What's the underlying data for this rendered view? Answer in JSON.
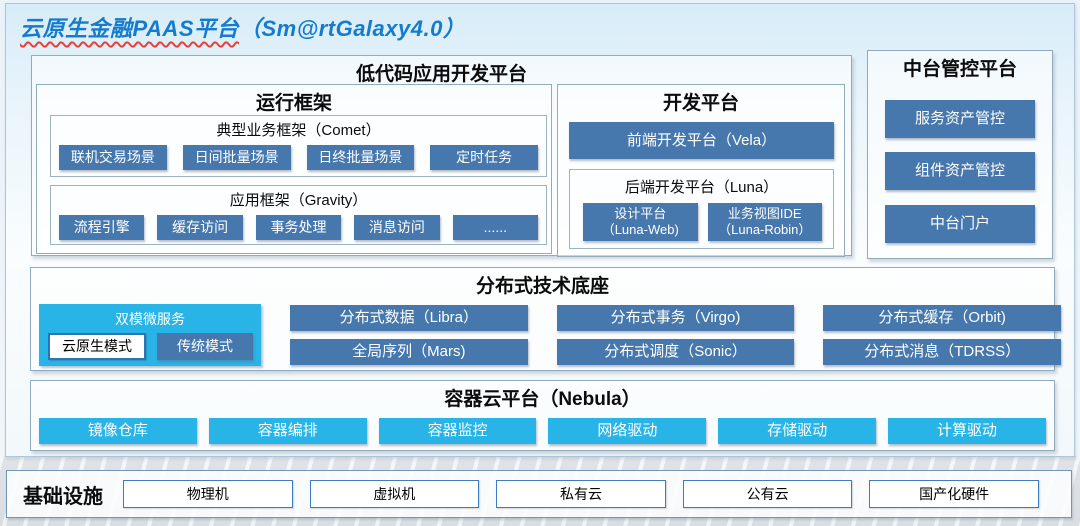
{
  "title": {
    "main": "云原生金融PAAS平台",
    "suffix": "（Sm@rtGalaxy4.0）"
  },
  "colors": {
    "steel_blue": "#4678ae",
    "cyan": "#29b4e8",
    "title_blue": "#157ccd",
    "underline_red": "#e8413a"
  },
  "lowcode": {
    "title": "低代码应用开发平台",
    "runtime": {
      "title": "运行框架",
      "comet": {
        "title": "典型业务框架（Comet）",
        "buttons": [
          "联机交易场景",
          "日间批量场景",
          "日终批量场景",
          "定时任务"
        ]
      },
      "gravity": {
        "title": "应用框架（Gravity）",
        "buttons": [
          "流程引擎",
          "缓存访问",
          "事务处理",
          "消息访问",
          "......"
        ]
      }
    },
    "dev": {
      "title": "开发平台",
      "vela": "前端开发平台（Vela）",
      "luna": {
        "title": "后端开发平台（Luna）",
        "buttons": [
          {
            "line1": "设计平台",
            "line2": "（Luna-Web)"
          },
          {
            "line1": "业务视图IDE",
            "line2": "（Luna-Robin）"
          }
        ]
      }
    }
  },
  "midplatform": {
    "title": "中台管控平台",
    "buttons": [
      "服务资产管控",
      "组件资产管控",
      "中台门户"
    ]
  },
  "distributed": {
    "title": "分布式技术底座",
    "dualmode": {
      "title": "双模微服务",
      "cloud_native": "云原生模式",
      "traditional": "传统模式"
    },
    "buttons_row1": [
      "分布式数据（Libra）",
      "分布式事务（Virgo)",
      "分布式缓存（Orbit)"
    ],
    "buttons_row2": [
      "全局序列（Mars)",
      "分布式调度（Sonic）",
      "分布式消息（TDRSS）"
    ]
  },
  "nebula": {
    "title": "容器云平台（Nebula）",
    "buttons": [
      "镜像仓库",
      "容器编排",
      "容器监控",
      "网络驱动",
      "存储驱动",
      "计算驱动"
    ]
  },
  "infrastructure": {
    "title": "基础设施",
    "items": [
      "物理机",
      "虚拟机",
      "私有云",
      "公有云",
      "国产化硬件"
    ]
  }
}
